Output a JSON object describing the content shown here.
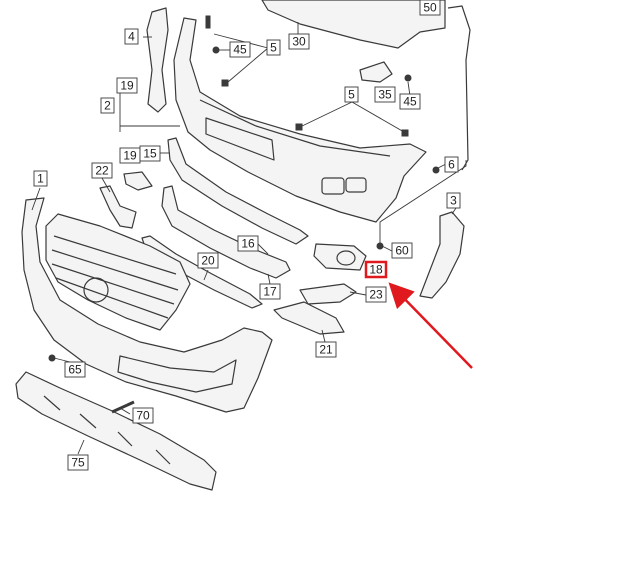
{
  "diagram": {
    "callouts": [
      {
        "id": "c-50",
        "label": "50"
      },
      {
        "id": "c-4",
        "label": "4"
      },
      {
        "id": "c-45a",
        "label": "45"
      },
      {
        "id": "c-5a",
        "label": "5"
      },
      {
        "id": "c-30",
        "label": "30"
      },
      {
        "id": "c-35",
        "label": "35"
      },
      {
        "id": "c-45b",
        "label": "45"
      },
      {
        "id": "c-19a",
        "label": "19"
      },
      {
        "id": "c-2",
        "label": "2"
      },
      {
        "id": "c-5b",
        "label": "5"
      },
      {
        "id": "c-19b",
        "label": "19"
      },
      {
        "id": "c-15",
        "label": "15"
      },
      {
        "id": "c-6",
        "label": "6"
      },
      {
        "id": "c-1",
        "label": "1"
      },
      {
        "id": "c-22",
        "label": "22"
      },
      {
        "id": "c-3",
        "label": "3"
      },
      {
        "id": "c-16",
        "label": "16"
      },
      {
        "id": "c-60",
        "label": "60"
      },
      {
        "id": "c-20",
        "label": "20"
      },
      {
        "id": "c-18",
        "label": "18"
      },
      {
        "id": "c-17",
        "label": "17"
      },
      {
        "id": "c-23",
        "label": "23"
      },
      {
        "id": "c-21",
        "label": "21"
      },
      {
        "id": "c-65",
        "label": "65"
      },
      {
        "id": "c-70",
        "label": "70"
      },
      {
        "id": "c-75",
        "label": "75"
      }
    ],
    "highlighted_callout": "18",
    "colors": {
      "line": "#3a3a3a",
      "part_fill": "#f4f4f4",
      "highlight": "#e0191f",
      "arrow": "#e0191f"
    }
  }
}
